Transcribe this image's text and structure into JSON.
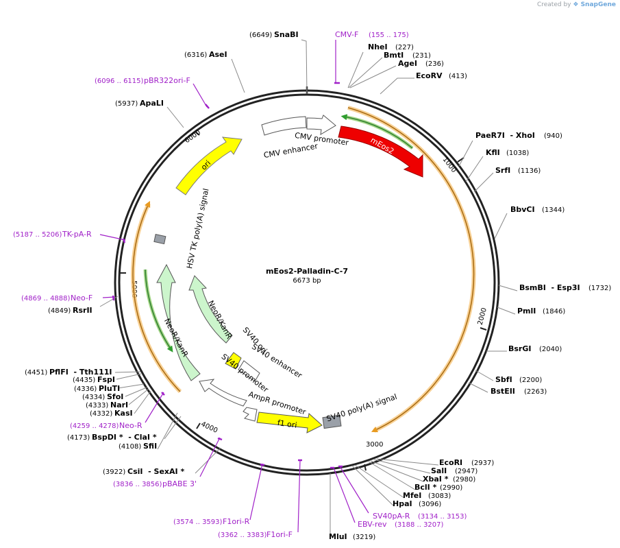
{
  "credit": {
    "prefix": "Created by",
    "brand": "SnapGene"
  },
  "plasmid": {
    "name": "mEos2-Palladin-C-7",
    "length": "6673 bp"
  },
  "ticks": [
    "1000",
    "2000",
    "3000",
    "4000",
    "5000",
    "6000"
  ],
  "sites": [
    {
      "name": "SnaBI",
      "pos": "(6649)"
    },
    {
      "name": "AseI",
      "pos": "(6316)"
    },
    {
      "name": "ApaLI",
      "pos": "(5937)"
    },
    {
      "name": "NheI",
      "pos": "(227)"
    },
    {
      "name": "BmtI",
      "pos": "(231)"
    },
    {
      "name": "AgeI",
      "pos": "(236)"
    },
    {
      "name": "EcoRV",
      "pos": "(413)"
    },
    {
      "name": "PaeR7I  - XhoI",
      "pos": "(940)"
    },
    {
      "name": "KflI",
      "pos": "(1038)"
    },
    {
      "name": "SrfI",
      "pos": "(1136)"
    },
    {
      "name": "BbvCI",
      "pos": "(1344)"
    },
    {
      "name": "BsmBI  - Esp3I",
      "pos": "(1732)"
    },
    {
      "name": "PmlI",
      "pos": "(1846)"
    },
    {
      "name": "BsrGI",
      "pos": "(2040)"
    },
    {
      "name": "SbfI",
      "pos": "(2200)"
    },
    {
      "name": "BstEII",
      "pos": "(2263)"
    },
    {
      "name": "EcoRI",
      "pos": "(2937)"
    },
    {
      "name": "SalI",
      "pos": "(2947)"
    },
    {
      "name": "XbaI *",
      "pos": "(2980)"
    },
    {
      "name": "BclI *",
      "pos": "(2990)"
    },
    {
      "name": "MfeI",
      "pos": "(3083)"
    },
    {
      "name": "HpaI",
      "pos": "(3096)"
    },
    {
      "name": "MluI",
      "pos": "(3219)"
    },
    {
      "name": "CsiI  - SexAI *",
      "pos": "(3922)"
    },
    {
      "name": "BspDI *  - ClaI *",
      "pos": "(4173)"
    },
    {
      "name": "SfiI",
      "pos": "(4108)"
    },
    {
      "name": "PflFI  - Tth111I",
      "pos": "(4451)"
    },
    {
      "name": "FspI",
      "pos": "(4435)"
    },
    {
      "name": "PluTI",
      "pos": "(4336)"
    },
    {
      "name": "SfoI",
      "pos": "(4334)"
    },
    {
      "name": "NarI",
      "pos": "(4333)"
    },
    {
      "name": "KasI",
      "pos": "(4332)"
    },
    {
      "name": "RsrII",
      "pos": "(4849)"
    }
  ],
  "primers": [
    {
      "name": "CMV-F",
      "range": "(155 .. 175)"
    },
    {
      "name": "pBR322ori-F",
      "range": "(6096 .. 6115)"
    },
    {
      "name": "TK-pA-R",
      "range": "(5187 .. 5206)"
    },
    {
      "name": "Neo-F",
      "range": "(4869 .. 4888)"
    },
    {
      "name": "Neo-R",
      "range": "(4259 .. 4278)"
    },
    {
      "name": "pBABE 3'",
      "range": "(3836 .. 3856)"
    },
    {
      "name": "F1ori-R",
      "range": "(3574 .. 3593)"
    },
    {
      "name": "F1ori-F",
      "range": "(3362 .. 3383)"
    },
    {
      "name": "SV40pA-R",
      "range": "(3134 .. 3153)"
    },
    {
      "name": "EBV-rev",
      "range": "(3188 .. 3207)"
    }
  ],
  "features": [
    {
      "name": "CMV promoter",
      "color": "#ffffff"
    },
    {
      "name": "CMV enhancer",
      "color": "#ffffff"
    },
    {
      "name": "mEos2",
      "color": "#ee0000"
    },
    {
      "name": "ori",
      "color": "#ffff00"
    },
    {
      "name": "HSV TK poly(A) signal",
      "color": "#9aa0a8"
    },
    {
      "name": "NeoR/KanR",
      "color": "#ccf5cc"
    },
    {
      "name": "NeoR/KanR",
      "color": "#ccf5cc"
    },
    {
      "name": "SV40 ori",
      "color": "#ffff00"
    },
    {
      "name": "SV40 enhancer",
      "color": "#ffffff"
    },
    {
      "name": "SV40 promoter",
      "color": "#ffffff"
    },
    {
      "name": "AmpR promoter",
      "color": "#ffffff"
    },
    {
      "name": "f1 ori",
      "color": "#ffff00"
    },
    {
      "name": "SV40 poly(A) signal",
      "color": "#9aa0a8"
    }
  ],
  "colors": {
    "primer": "#a020c8",
    "orf": "#f0a830",
    "orf_inner": "#2f9e2f",
    "backbone": "#222222"
  }
}
